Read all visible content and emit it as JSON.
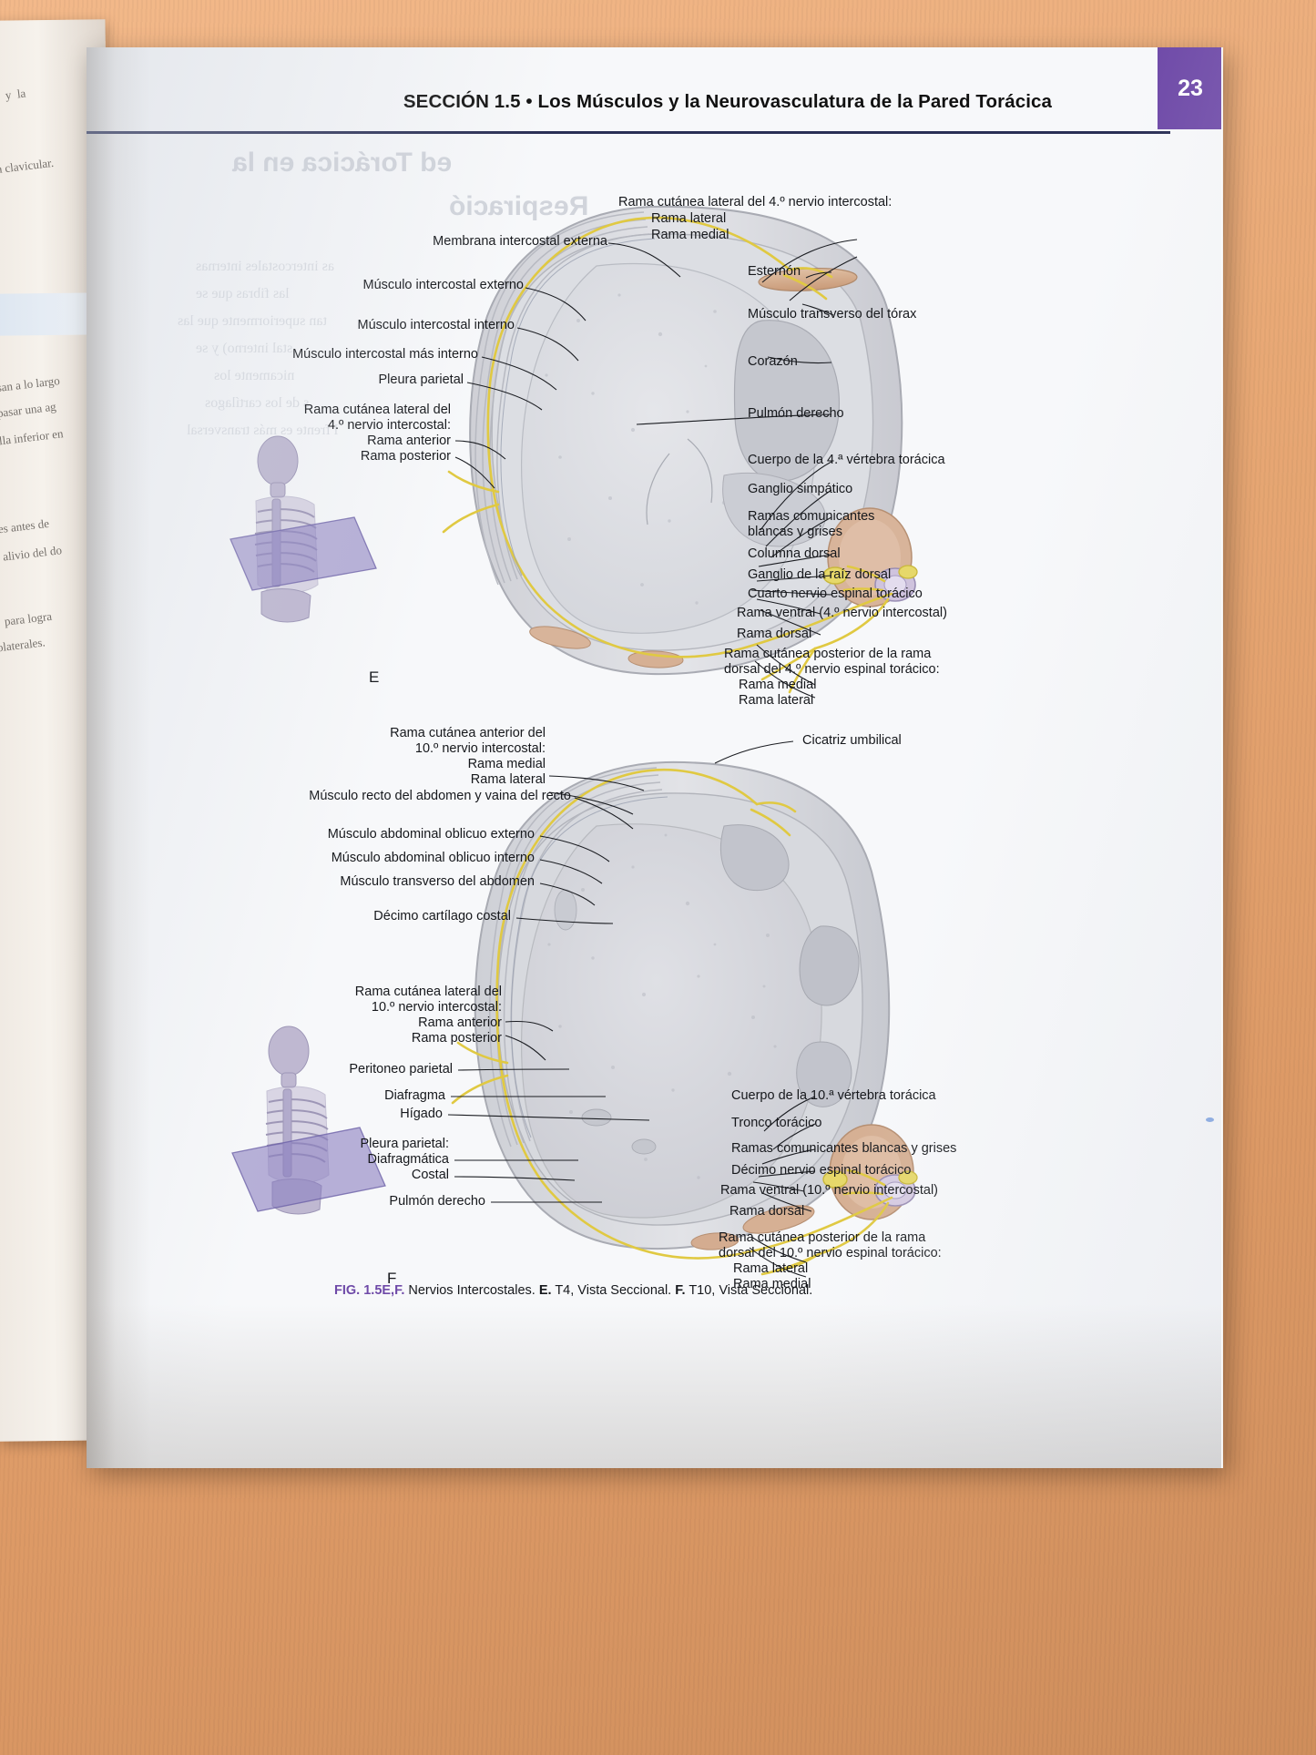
{
  "header": {
    "title": "SECCIÓN 1.5 • Los Músculos y la Neurovasculatura de la Pared Torácica",
    "page_number": "23",
    "badge_color": "#6f4aa8",
    "rule_color": "#2a2f55"
  },
  "ghost_text": {
    "heading_1": "ed Torácica en la",
    "heading_2": "Respiració",
    "lines": [
      "as intercostales internas",
      "las fibras que se",
      "tan superiormente que las",
      "stal interno) y se",
      "nicamente los",
      "s de los cartílagos",
      "l frente es más transversal"
    ]
  },
  "figure_E": {
    "mark": "E",
    "labels_left": [
      {
        "text": "Membrana intercostal externa"
      },
      {
        "text": "Músculo intercostal externo"
      },
      {
        "text": "Músculo intercostal interno"
      },
      {
        "text": "Músculo intercostal más interno"
      },
      {
        "text": "Pleura parietal"
      },
      {
        "text": "Rama cutánea lateral del"
      },
      {
        "text": "4.º nervio intercostal:"
      },
      {
        "text": "Rama anterior"
      },
      {
        "text": "Rama posterior"
      }
    ],
    "labels_right": [
      {
        "text": "Rama cutánea lateral del 4.º nervio intercostal:"
      },
      {
        "text": "Rama lateral"
      },
      {
        "text": "Rama medial"
      },
      {
        "text": "Esternón"
      },
      {
        "text": "Músculo transverso del tórax"
      },
      {
        "text": "Corazón"
      },
      {
        "text": "Pulmón derecho"
      },
      {
        "text": "Cuerpo de la 4.ª vértebra torácica"
      },
      {
        "text": "Ganglio simpático"
      },
      {
        "text": "Ramas comunicantes"
      },
      {
        "text": "blancas y grises"
      },
      {
        "text": "Columna dorsal"
      },
      {
        "text": "Ganglio de la raíz dorsal"
      },
      {
        "text": "Cuarto nervio espinal torácico"
      },
      {
        "text": "Rama ventral (4.º nervio intercostal)"
      },
      {
        "text": "Rama dorsal"
      },
      {
        "text": "Rama cutánea posterior de la rama"
      },
      {
        "text": "dorsal del 4.º nervio espinal torácico:"
      },
      {
        "text": "Rama medial"
      },
      {
        "text": "Rama lateral"
      }
    ]
  },
  "figure_F": {
    "mark": "F",
    "labels_left": [
      {
        "text": "Rama cutánea anterior del"
      },
      {
        "text": "10.º nervio intercostal:"
      },
      {
        "text": "Rama medial"
      },
      {
        "text": "Rama lateral"
      },
      {
        "text": "Músculo recto del abdomen y vaina del recto"
      },
      {
        "text": "Músculo abdominal oblicuo externo"
      },
      {
        "text": "Músculo abdominal oblicuo interno"
      },
      {
        "text": "Músculo transverso del abdomen"
      },
      {
        "text": "Décimo cartílago costal"
      },
      {
        "text": "Rama cutánea lateral del"
      },
      {
        "text": "10.º nervio intercostal:"
      },
      {
        "text": "Rama anterior"
      },
      {
        "text": "Rama posterior"
      },
      {
        "text": "Peritoneo parietal"
      },
      {
        "text": "Diafragma"
      },
      {
        "text": "Hígado"
      },
      {
        "text": "Pleura parietal:"
      },
      {
        "text": "Diafragmática"
      },
      {
        "text": "Costal"
      },
      {
        "text": "Pulmón derecho"
      }
    ],
    "labels_right": [
      {
        "text": "Cicatriz umbilical"
      },
      {
        "text": "Cuerpo de la 10.ª vértebra torácica"
      },
      {
        "text": "Tronco torácico"
      },
      {
        "text": "Ramas comunicantes blancas y grises"
      },
      {
        "text": "Décimo nervio espinal torácico"
      },
      {
        "text": "Rama ventral (10.º nervio intercostal)"
      },
      {
        "text": "Rama dorsal"
      },
      {
        "text": "Rama cutánea posterior de la rama"
      },
      {
        "text": "dorsal del 10.º nervio espinal torácico:"
      },
      {
        "text": "Rama lateral"
      },
      {
        "text": "Rama medial"
      }
    ]
  },
  "caption": {
    "fig_number": "FIG. 1.5E,F.",
    "title": "Nervios Intercostales.",
    "part_e_mark": "E.",
    "part_e_text": "T4, Vista Seccional.",
    "part_f_mark": "F.",
    "part_f_text": "T10, Vista Seccional."
  },
  "left_page": {
    "snippets": [
      "ores)  y  la",
      "edia clavicular.",
      "r.",
      "scansan a lo largo",
      "ere pasar una ag",
      "ostilla inferior en",
      "ostales antes de",
      "ecir, alivio del do",
      "tales  para logra",
      "as colaterales."
    ]
  },
  "colors": {
    "nerve_yellow": "#e8d24a",
    "bone_tan": "#d6b094",
    "purple_accent": "#6f4aa8",
    "skeleton_violet": "#a79ec4",
    "plane_violet": "#8a7fc0"
  }
}
